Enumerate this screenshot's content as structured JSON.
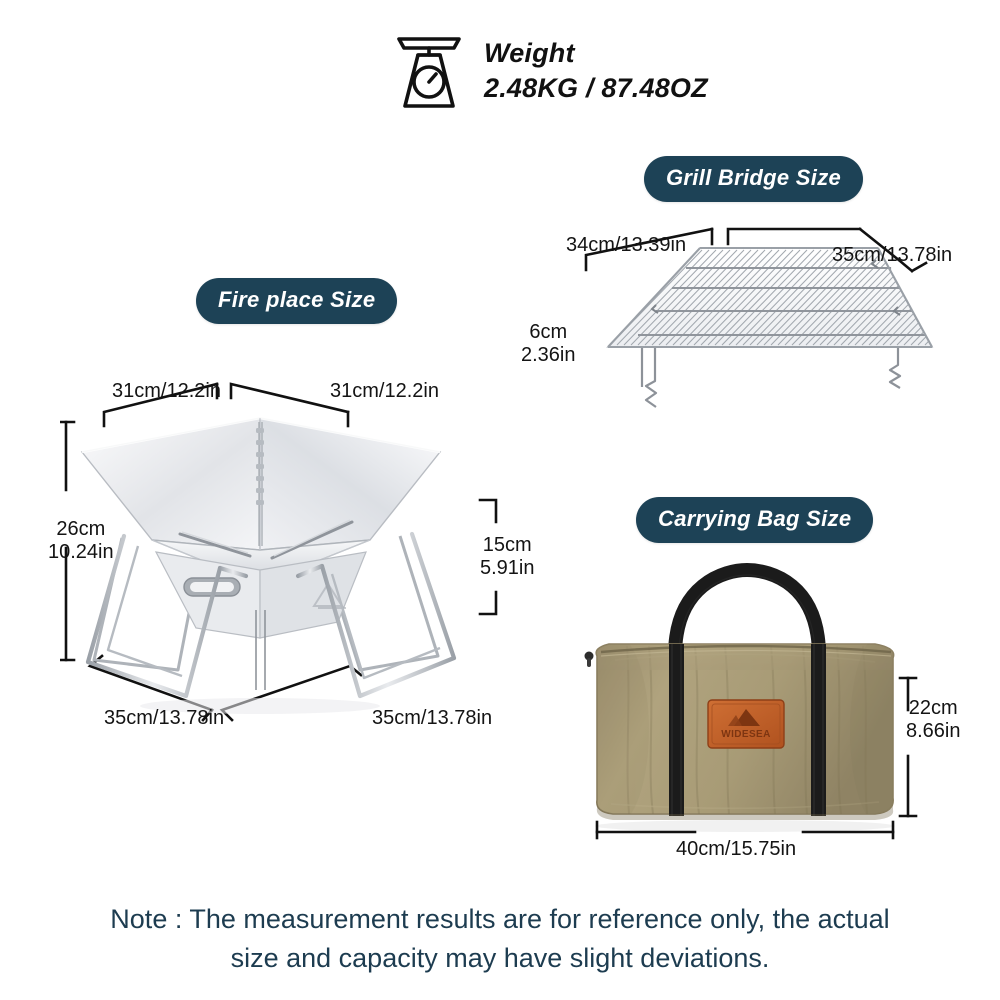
{
  "weight": {
    "icon": "kitchen-scale-icon",
    "title": "Weight",
    "value": "2.48KG / 87.48OZ"
  },
  "sections": {
    "fireplace": {
      "badge": "Fire place Size",
      "dims": {
        "top_left": "31cm/12.2in",
        "top_right": "31cm/12.2in",
        "left_cm": "26cm",
        "left_in": "10.24in",
        "right_cm": "15cm",
        "right_in": "5.91in",
        "bottom_left": "35cm/13.78in",
        "bottom_right": "35cm/13.78in"
      }
    },
    "grill_bridge": {
      "badge": "Grill Bridge Size",
      "dims": {
        "top_left": "34cm/13.39in",
        "top_right": "35cm/13.78in",
        "height_cm": "6cm",
        "height_in": "2.36in"
      }
    },
    "carrying_bag": {
      "badge": "Carrying Bag Size",
      "brand": "WIDESEA",
      "dims": {
        "right_cm": "22cm",
        "right_in": "8.66in",
        "bottom": "40cm/15.75in"
      }
    }
  },
  "note": {
    "line1": "Note : The measurement results are for reference only, the actual",
    "line2": "size and capacity may have slight deviations."
  },
  "colors": {
    "badge_bg": "#1d4256",
    "badge_text": "#ffffff",
    "note_text": "#1d3c50",
    "dim_text": "#141414",
    "bag_fabric": "#a79a77",
    "bag_strap": "#1b1b1b",
    "bag_patch": "#c4632c",
    "steel": "#d8dade"
  }
}
